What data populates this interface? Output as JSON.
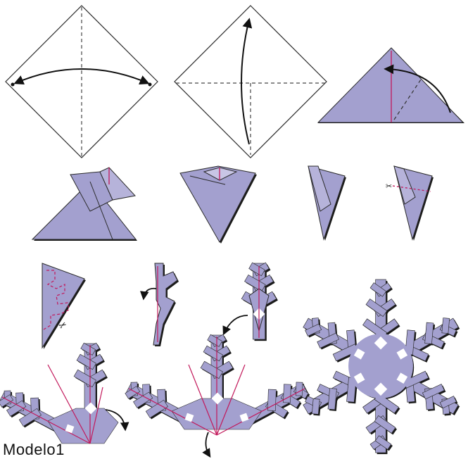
{
  "caption": "Modelo1",
  "colors": {
    "paper_fold": "#a3a0cf",
    "paper_white": "#ffffff",
    "outline": "#2a2a2a",
    "shadow": "#1a1a1a",
    "crease": "#c2185b",
    "arrow": "#111111"
  },
  "steps": [
    {
      "name": "fold-square-in-half-horizontal",
      "icon": "double-arrow"
    },
    {
      "name": "fold-square-in-half-vertical",
      "icon": "curved-arrow"
    },
    {
      "name": "fold-triangle-into-thirds",
      "icon": "curved-arrow"
    },
    {
      "name": "fold-left-flap-over",
      "icon": null
    },
    {
      "name": "fold-both-flaps-cone",
      "icon": null
    },
    {
      "name": "fold-cone-in-half",
      "icon": null
    },
    {
      "name": "cut-top-line",
      "icon": "scissors-icon"
    },
    {
      "name": "draw-and-cut-pattern",
      "icon": "scissors-icon"
    },
    {
      "name": "unfold-cut-piece",
      "icon": "curved-arrow"
    },
    {
      "name": "unfold-branch",
      "icon": "curved-arrow"
    },
    {
      "name": "unfold-partial-snowflake-1",
      "icon": "curved-arrow"
    },
    {
      "name": "unfold-partial-snowflake-2",
      "icon": "curved-arrow"
    },
    {
      "name": "finished-snowflake",
      "icon": null
    }
  ]
}
